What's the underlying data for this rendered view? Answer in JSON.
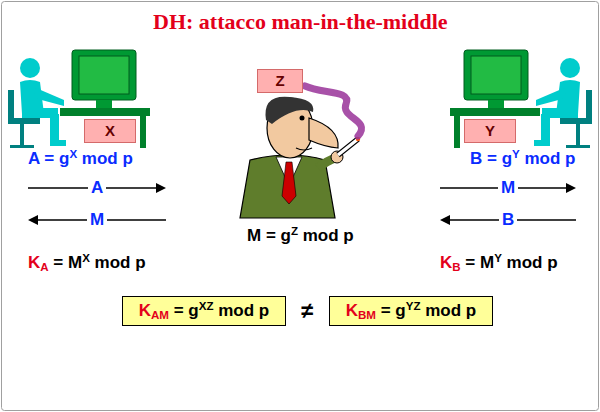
{
  "diagram": {
    "title": "DH: attacco man-in-the-middle",
    "nodes": [
      {
        "text": [
          "X"
        ]
      },
      {
        "text": [
          "Z"
        ]
      },
      {
        "text": [
          "Y"
        ]
      },
      {
        "text": [
          "KAM = gXZ mod p"
        ]
      },
      {
        "text": [
          "KBM = gYZ mod p"
        ]
      }
    ],
    "labels": [
      "A = gX mod p",
      "B = gY mod p",
      "A",
      "M",
      "M",
      "B",
      "M = gZ mod p",
      "KA = MX mod p",
      "KB = MY mod p",
      "≠"
    ]
  }
}
